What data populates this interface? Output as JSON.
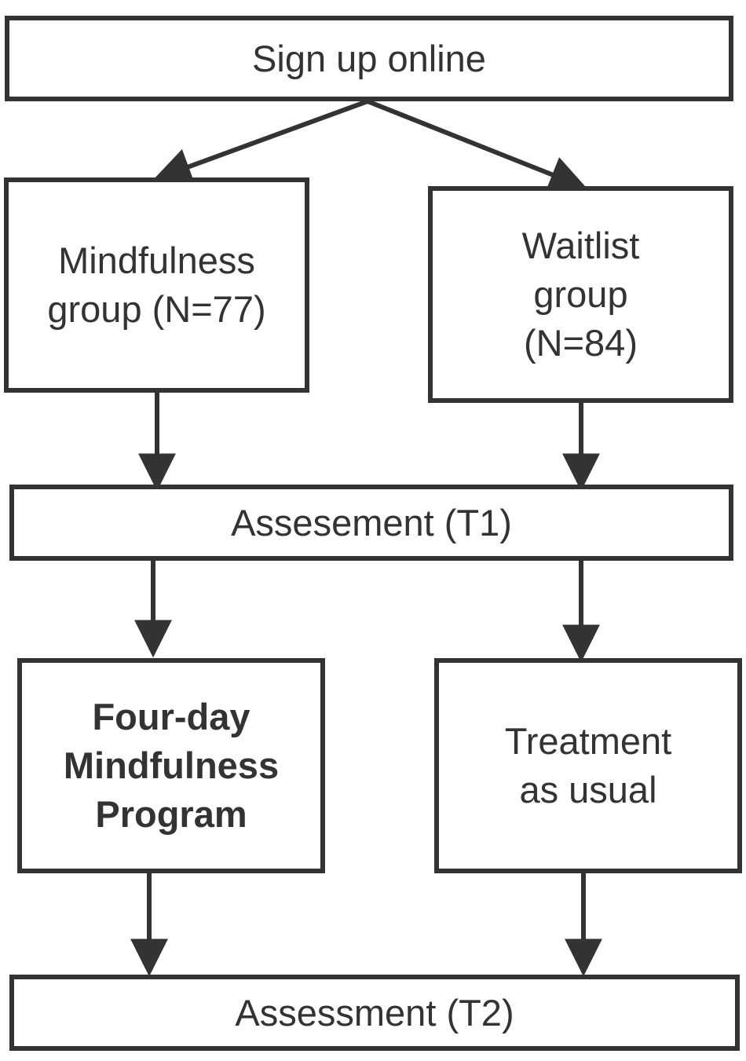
{
  "nodes": {
    "sign_up": "Sign up online",
    "mindfulness_group": "Mindfulness\ngroup (N=77)",
    "waitlist_group": "Waitlist\ngroup\n(N=84)",
    "assessment_t1": "Assesement (T1)",
    "four_day_program": "Four-day\nMindfulness\nProgram",
    "treatment_as_usual": "Treatment\nas usual",
    "assessment_t2": "Assessment (T2)"
  },
  "colors": {
    "stroke": "#333333",
    "text": "#333333",
    "background": "#ffffff"
  }
}
